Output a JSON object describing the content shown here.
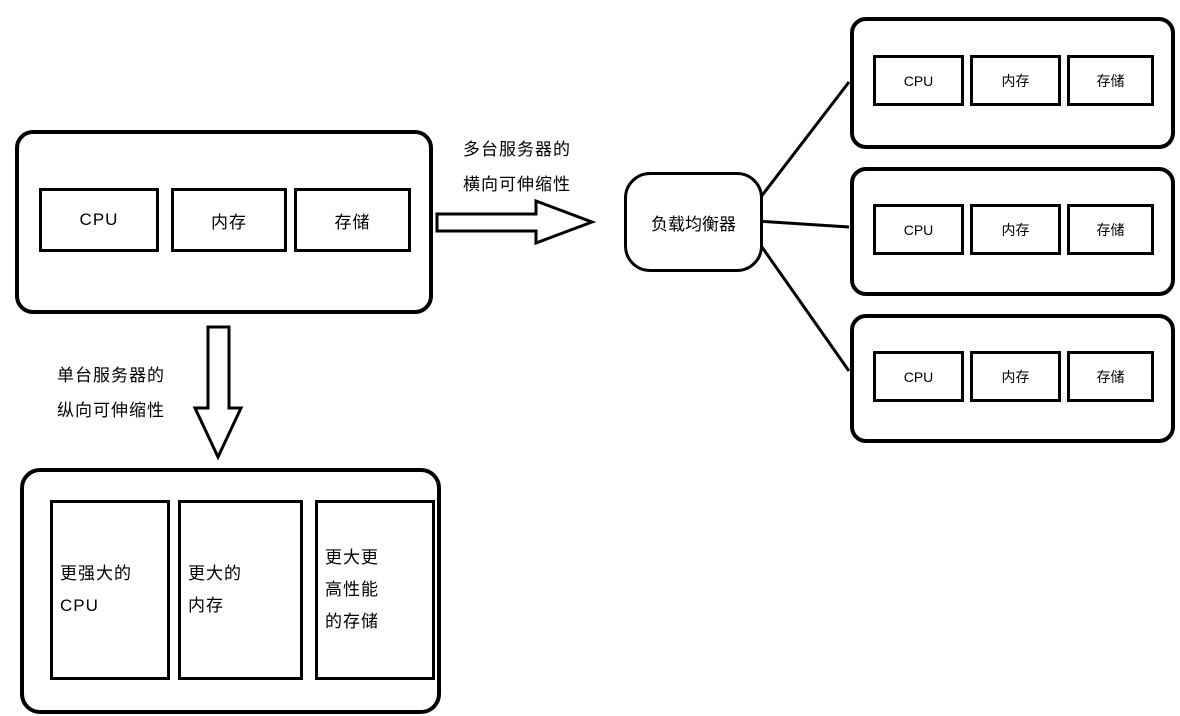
{
  "single_server": {
    "cpu": "CPU",
    "memory": "内存",
    "storage": "存储"
  },
  "horizontal_scaling": {
    "label_line1": "多台服务器的",
    "label_line2": "横向可伸缩性"
  },
  "vertical_scaling": {
    "label_line1": "单台服务器的",
    "label_line2": "纵向可伸缩性"
  },
  "load_balancer": {
    "label": "负载均衡器"
  },
  "scaled_servers": [
    {
      "cpu": "CPU",
      "memory": "内存",
      "storage": "存储"
    },
    {
      "cpu": "CPU",
      "memory": "内存",
      "storage": "存储"
    },
    {
      "cpu": "CPU",
      "memory": "内存",
      "storage": "存储"
    }
  ],
  "upgraded_server": {
    "cpu": "更强大的\nCPU",
    "memory": "更大的\n内存",
    "storage": "更大更\n高性能\n的存储"
  },
  "colors": {
    "line": "#000000",
    "background": "#ffffff"
  }
}
